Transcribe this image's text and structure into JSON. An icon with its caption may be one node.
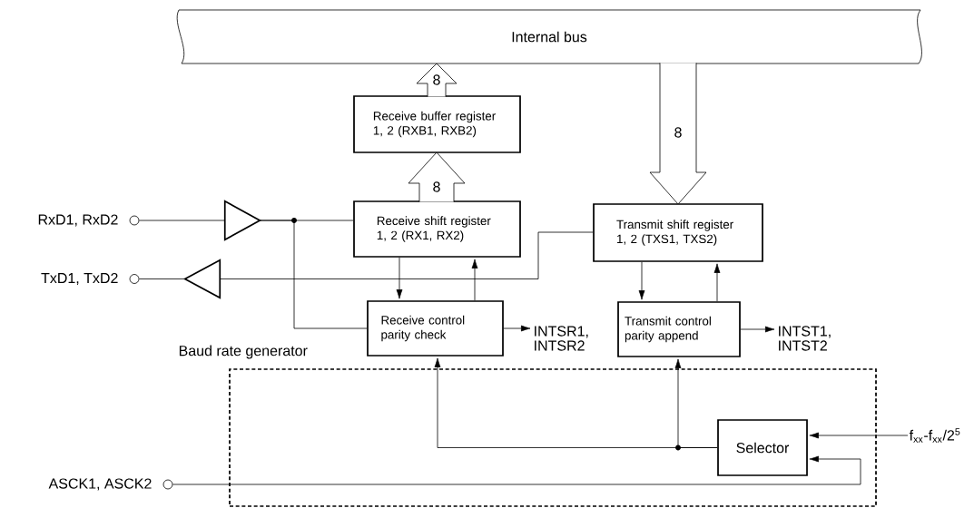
{
  "diagram": {
    "nodes": [
      {
        "text": [
          "Internal bus"
        ]
      },
      {
        "text": [
          "Receive buffer register 1, 2 (RXB1, RXB2)"
        ]
      },
      {
        "text": [
          "Receive shift register 1, 2 (RX1, RX2)"
        ]
      },
      {
        "text": [
          "Transmit shift register 1, 2 (TXS1, TXS2)"
        ]
      },
      {
        "text": [],
        "shape": "circle",
        "beside": [
          "RxD1, RxD2"
        ]
      },
      {
        "text": [],
        "shape": "triangle"
      },
      {
        "text": [],
        "shape": "circle",
        "beside": [
          "TxD1, TxD2"
        ]
      },
      {
        "text": [],
        "shape": "triangle"
      },
      {
        "text": [
          "Receive control parity check"
        ]
      },
      {
        "text": [
          "INTSR1, INTSR2"
        ]
      },
      {
        "text": [
          "Transmit control parity append"
        ]
      },
      {
        "text": [
          "INTST1, INTST2"
        ]
      },
      {
        "text": [
          "Baud rate generator"
        ]
      },
      {
        "text": [
          "Selector"
        ],
        "in": 12
      },
      {
        "text": [
          "f$_{xx}$-f$_{xx}$/2$^{5}$"
        ]
      },
      {
        "text": [],
        "shape": "circle",
        "beside": [
          "ASCK1, ASCK2"
        ]
      }
    ],
    "edges": [
      {
        "from": 1,
        "to": 0,
        "arrow": "to",
        "label": "8",
        "style": "thick"
      },
      {
        "from": 2,
        "to": 1,
        "arrow": "to",
        "label": "8",
        "style": "thick"
      },
      {
        "from": 0,
        "to": 3,
        "arrow": "to",
        "label": "8",
        "style": "thick"
      },
      {
        "from": 4,
        "to": 5,
        "arrow": "none"
      },
      {
        "from": 5,
        "to": 2,
        "arrow": "none"
      },
      {
        "from": 5,
        "to": 8,
        "arrow": "none"
      },
      {
        "from": 3,
        "to": 7,
        "arrow": "none"
      },
      {
        "from": 7,
        "to": 6,
        "arrow": "none"
      },
      {
        "from": 2,
        "to": 8,
        "arrow": "to"
      },
      {
        "from": 8,
        "to": 2,
        "arrow": "to"
      },
      {
        "from": 3,
        "to": 10,
        "arrow": "to"
      },
      {
        "from": 10,
        "to": 3,
        "arrow": "to"
      },
      {
        "from": 8,
        "to": 9,
        "arrow": "to"
      },
      {
        "from": 10,
        "to": 11,
        "arrow": "to"
      },
      {
        "from": 13,
        "to": 8,
        "arrow": "to"
      },
      {
        "from": 13,
        "to": 10,
        "arrow": "to"
      },
      {
        "from": 14,
        "to": 13,
        "arrow": "to"
      },
      {
        "from": 15,
        "to": 13,
        "arrow": "to"
      }
    ]
  }
}
